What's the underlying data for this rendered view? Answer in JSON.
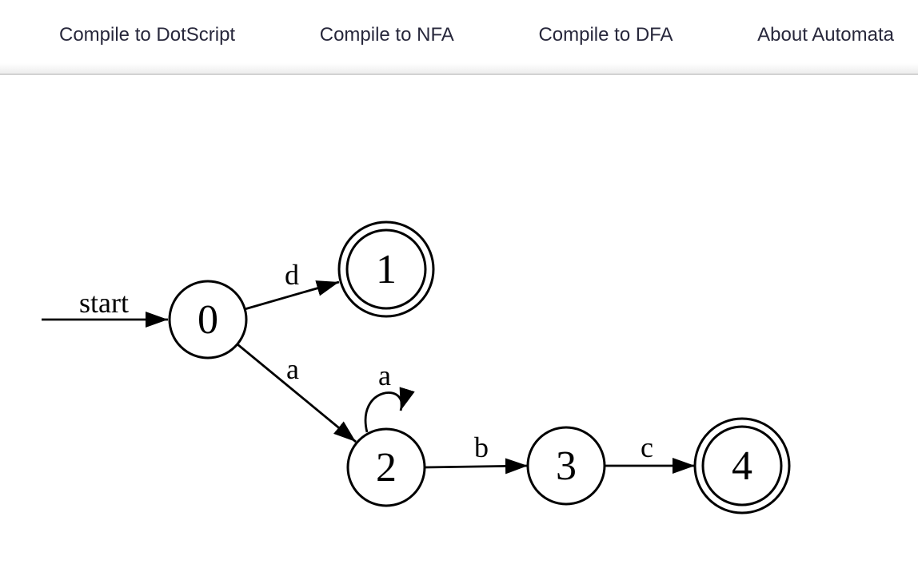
{
  "nav": {
    "items": [
      {
        "label": "Compile to DotScript"
      },
      {
        "label": "Compile to NFA"
      },
      {
        "label": "Compile to DFA"
      },
      {
        "label": "About Automata"
      }
    ]
  },
  "automaton": {
    "start_label": "start",
    "states": [
      {
        "id": "0",
        "accepting": false
      },
      {
        "id": "1",
        "accepting": true
      },
      {
        "id": "2",
        "accepting": false
      },
      {
        "id": "3",
        "accepting": false
      },
      {
        "id": "4",
        "accepting": true
      }
    ],
    "transitions": [
      {
        "from": "0",
        "to": "1",
        "label": "d"
      },
      {
        "from": "0",
        "to": "2",
        "label": "a"
      },
      {
        "from": "2",
        "to": "2",
        "label": "a"
      },
      {
        "from": "2",
        "to": "3",
        "label": "b"
      },
      {
        "from": "3",
        "to": "4",
        "label": "c"
      }
    ]
  },
  "colors": {
    "background": "#ffffff",
    "nav_text": "#28283c",
    "divider": "#d2d2d2",
    "diagram_stroke": "#000000"
  }
}
